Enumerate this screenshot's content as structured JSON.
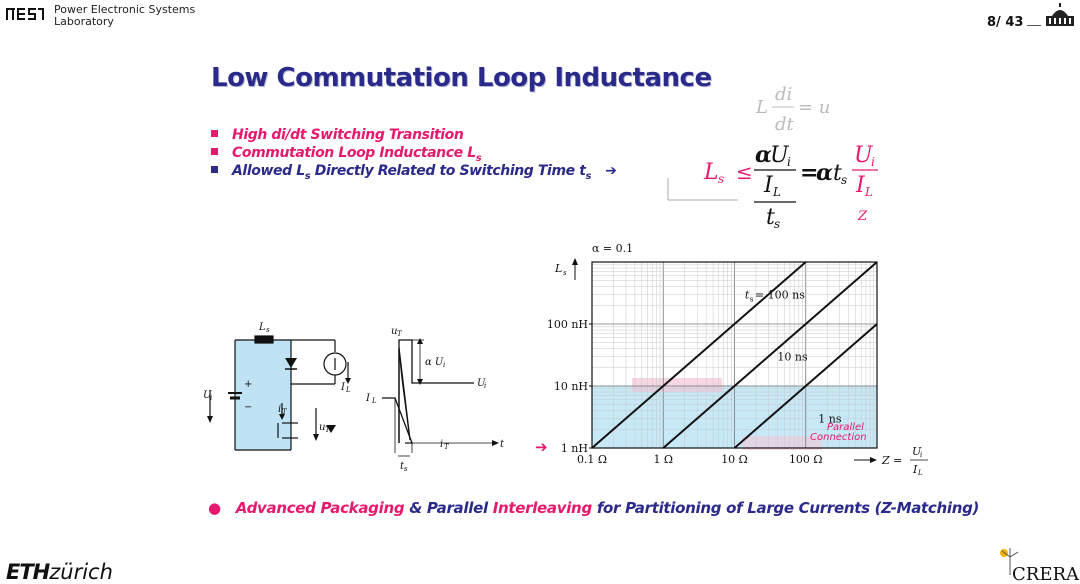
{
  "header": {
    "lab_line1": "Power Electronic Systems",
    "lab_line2": "Laboratory",
    "page_number": "8/ 43"
  },
  "title": "Low Commutation Loop Inductance",
  "bullets": [
    {
      "text": "High  di/dt  Switching Transition",
      "color": "#e6196e"
    },
    {
      "text_a": "Commutation Loop Inductance ",
      "sym": "L",
      "sub": "s",
      "color": "#e6196e"
    },
    {
      "text_a": "Allowed ",
      "sym": "L",
      "sub": "s",
      "text_b": " Directly Related to Switching Time ",
      "sym2": "t",
      "sub2": "s",
      "arrow": "➔",
      "color": "#2a2a8a"
    }
  ],
  "formula": {
    "top_L": "L",
    "top_num": "di",
    "top_den": "dt",
    "top_eq": "= u",
    "Ls": "L",
    "Ls_sub": "s",
    "le": "≤",
    "alpha": "α",
    "U": "U",
    "U_sub": "i",
    "IL": "I",
    "IL_sub": "L",
    "ts": "t",
    "ts_sub": "s",
    "eq": "=",
    "alpha2": "α",
    "ts2": "t",
    "ts2_sub": "s",
    "U2": "U",
    "U2_sub": "i",
    "IL2": "I",
    "IL2_sub": "L",
    "Z": "Z"
  },
  "circuit": {
    "Ls": "L",
    "Ls_sub": "s",
    "Ui": "U",
    "Ui_sub": "i",
    "plus": "+",
    "minus": "−",
    "IL": "I",
    "IL_sub": "L",
    "iT": "i",
    "iT_sub": "T",
    "uT": "u",
    "uT_sub": "T"
  },
  "pulse": {
    "uT": "u",
    "uT_sub": "T",
    "alphaUi": "α U",
    "alphaUi_sub": "i",
    "Ui": "U",
    "Ui_sub": "i",
    "IL": "I",
    "IL_sub": "L",
    "iT": "i",
    "iT_sub": "T",
    "t": "t",
    "ts": "t",
    "ts_sub": "s"
  },
  "chart_data": {
    "type": "line",
    "title": "α = 0.1",
    "ylabel": "L",
    "ylabel_sub": "s",
    "xlabel_prefix": "Z =",
    "xlabel_num": "U",
    "xlabel_num_sub": "i",
    "xlabel_den": "I",
    "xlabel_den_sub": "L",
    "x_scale": "log",
    "y_scale": "log",
    "xlim": [
      0.1,
      1000
    ],
    "ylim": [
      1,
      1000
    ],
    "x_ticks": [
      "0.1 Ω",
      "1 Ω",
      "10 Ω",
      "100 Ω"
    ],
    "y_ticks": [
      "1 nH",
      "10 nH",
      "100 nH"
    ],
    "series": [
      {
        "name": "ts = 100 ns",
        "x": [
          0.1,
          10
        ],
        "y": [
          1,
          100
        ]
      },
      {
        "name": "10 ns",
        "x": [
          1,
          100
        ],
        "y": [
          1,
          100
        ]
      },
      {
        "name": "1 ns",
        "x": [
          10,
          1000
        ],
        "y": [
          1,
          100
        ]
      }
    ],
    "line_labels": [
      "t",
      "s",
      " = 100 ns",
      "10 ns",
      "1 ns"
    ],
    "annotation_line1": "Parallel",
    "annotation_line2": "Connection",
    "threshold_y": 10,
    "grid": true,
    "marker": "➔"
  },
  "bottom": {
    "bullet": "●",
    "part1": "Advanced Packaging",
    "amp": " & ",
    "part2": "Parallel ",
    "part3": "Interleaving",
    "part4": " for Partitioning of Large Currents (Z-Matching)"
  },
  "footer": {
    "eth_bold": "ETH",
    "eth_rest": "zürich",
    "crera": "CRERA"
  },
  "colors": {
    "accent_pink": "#e6196e",
    "accent_navy": "#2a2a8a"
  }
}
